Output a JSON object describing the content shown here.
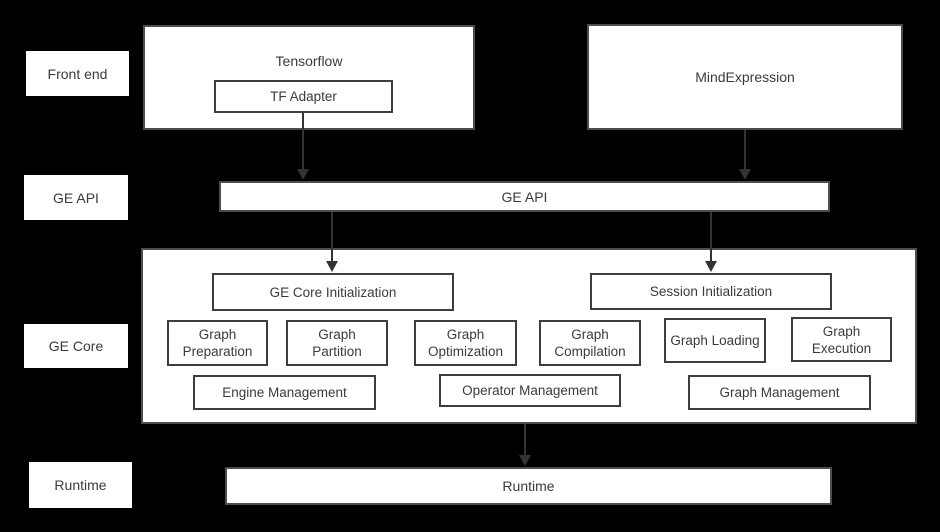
{
  "colors": {
    "background": "#000000",
    "box_fill": "#ffffff",
    "outer_border": "#4d4d4d",
    "inner_border": "#3d3d3d",
    "text": "#3b3b3b",
    "arrow": "#333333"
  },
  "side_labels": [
    {
      "id": "front-end",
      "label": "Front end"
    },
    {
      "id": "ge-api",
      "label": "GE API"
    },
    {
      "id": "ge-core",
      "label": "GE Core"
    },
    {
      "id": "runtime",
      "label": "Runtime"
    }
  ],
  "front_end": {
    "tensorflow_label": "Tensorflow",
    "tf_adapter_label": "TF Adapter",
    "mindexpression_label": "MindExpression"
  },
  "ge_api_bar_label": "GE API",
  "ge_core": {
    "init_label": "GE Core Initialization",
    "session_label": "Session Initialization",
    "modules": [
      "Graph Preparation",
      "Graph Partition",
      "Graph Optimization",
      "Graph Compilation",
      "Graph Loading",
      "Graph Execution"
    ],
    "managers": [
      "Engine Management",
      "Operator Management",
      "Graph Management"
    ]
  },
  "runtime_bar_label": "Runtime"
}
